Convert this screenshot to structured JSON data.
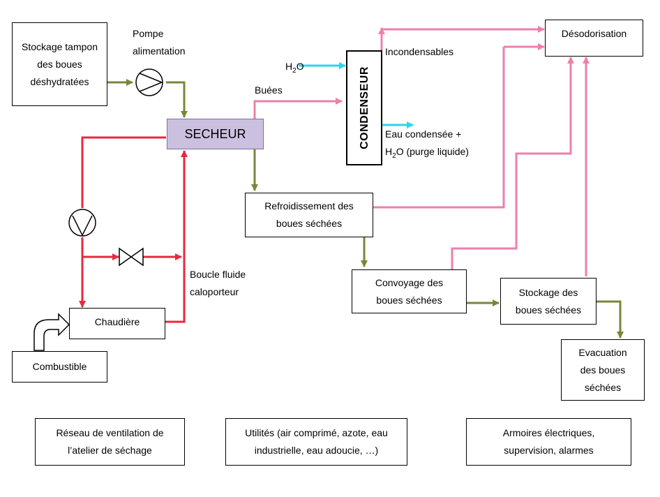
{
  "nodes": {
    "stockage_tampon": "Stockage tampon des boues déshydratées",
    "secheur": "SECHEUR",
    "condenseur": "CONDENSEUR",
    "desodorisation": "Désodorisation",
    "refroidissement": "Refroidissement des boues séchées",
    "convoyage": "Convoyage des boues séchées",
    "stockage_seches": "Stockage des boues séchées",
    "evacuation": "Evacuation des boues séchées",
    "chaudiere": "Chaudière",
    "combustible": "Combustible",
    "reseau_ventilation": "Réseau de ventilation de l’atelier de séchage",
    "utilites": "Utilités (air comprimé, azote, eau industrielle, eau adoucie, …)",
    "armoires": "Armoires électriques, supervision, alarmes"
  },
  "labels": {
    "pompe_line1": "Pompe",
    "pompe_line2": "alimentation",
    "buees": "Buées",
    "h2o_main": "H",
    "h2o_sub": "2",
    "h2o_end": "O",
    "incondensables": "Incondensables",
    "eau_condensee_line1": "Eau condensée +",
    "eau_condensee_line2_a": "H",
    "eau_condensee_line2_sub": "2",
    "eau_condensee_line2_b": "O (purge liquide)",
    "boucle_line1": "Boucle fluide",
    "boucle_line2": "caloporteur"
  },
  "colors": {
    "sludge_flow": "#77873a",
    "gas_flow": "#ee7fad",
    "heat_loop": "#e8283f",
    "water_flow": "#2cd6ea"
  }
}
